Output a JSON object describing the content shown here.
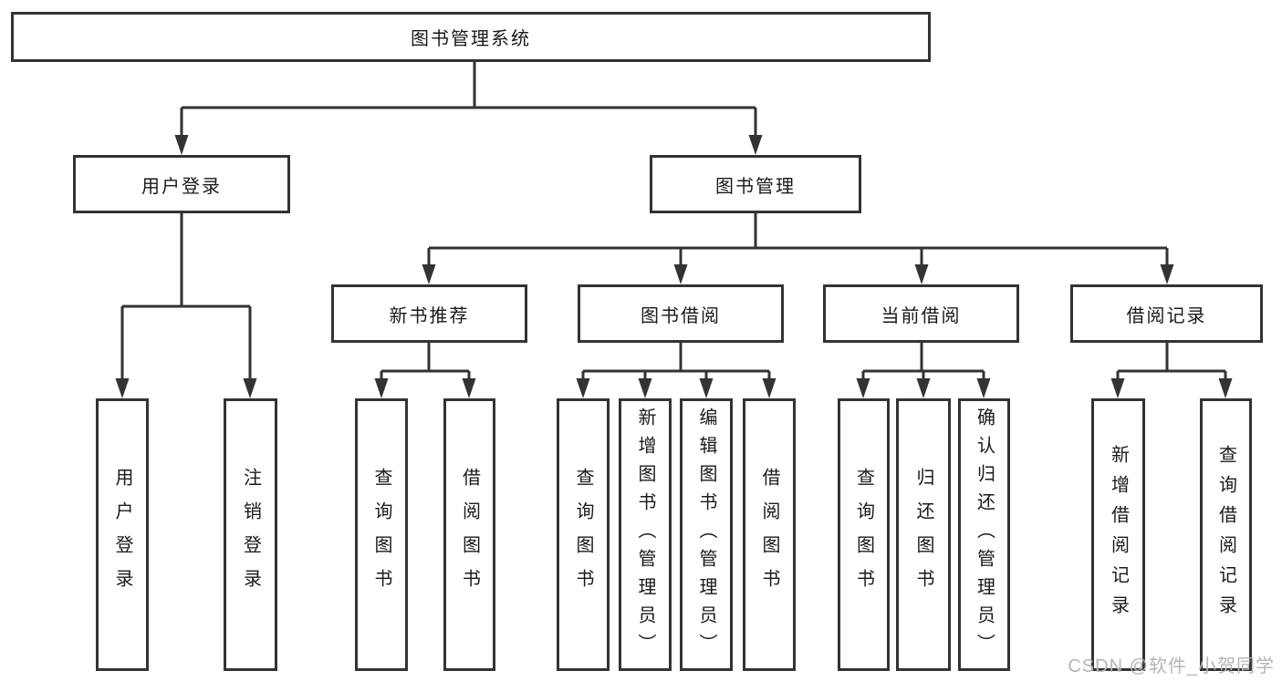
{
  "tree": {
    "root": {
      "label": "图书管理系统"
    },
    "branches": [
      {
        "label": "用户登录",
        "children": [
          {
            "label": "用户登录"
          },
          {
            "label": "注销登录"
          }
        ]
      },
      {
        "label": "图书管理",
        "children": [
          {
            "label": "新书推荐",
            "children": [
              {
                "label": "查询图书"
              },
              {
                "label": "借阅图书"
              }
            ]
          },
          {
            "label": "图书借阅",
            "children": [
              {
                "label": "查询图书"
              },
              {
                "label": "新增图书（管理员）"
              },
              {
                "label": "编辑图书（管理员）"
              },
              {
                "label": "借阅图书"
              }
            ]
          },
          {
            "label": "当前借阅",
            "children": [
              {
                "label": "查询图书"
              },
              {
                "label": "归还图书"
              },
              {
                "label": "确认归还（管理员）"
              }
            ]
          },
          {
            "label": "借阅记录",
            "children": [
              {
                "label": "新增借阅记录"
              },
              {
                "label": "查询借阅记录"
              }
            ]
          }
        ]
      }
    ]
  },
  "watermark": "CSDN @软件_小贺同学",
  "colors": {
    "line": "#333333",
    "text": "#1a1a1a",
    "background": "#ffffff",
    "watermark": "#b5b5b5"
  }
}
